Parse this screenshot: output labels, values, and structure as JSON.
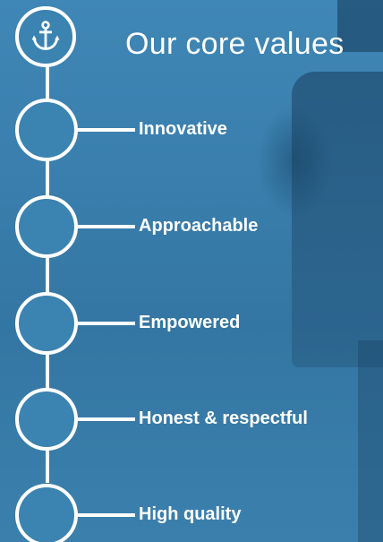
{
  "title": "Our core values",
  "header_icon": "anchor-icon",
  "values": [
    {
      "label": "Innovative"
    },
    {
      "label": "Approachable"
    },
    {
      "label": "Empowered"
    },
    {
      "label": "Honest & respectful"
    },
    {
      "label": "High quality"
    }
  ],
  "colors": {
    "background": "#3a7fae",
    "foreground": "#ffffff"
  }
}
